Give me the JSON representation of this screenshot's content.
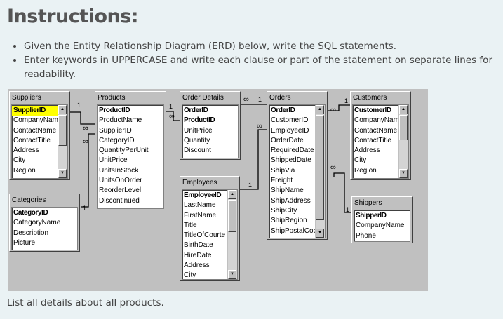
{
  "heading": "Instructions:",
  "instructions": [
    "Given the Entity Relationship Diagram (ERD) below, write the SQL statements.",
    "Enter keywords in UPPERCASE and write each clause or part of the statement on separate lines for readability."
  ],
  "erd": {
    "tables": [
      {
        "name": "Suppliers",
        "fields": [
          "SupplierID",
          "CompanyNam",
          "ContactName",
          "ContactTitle",
          "Address",
          "City",
          "Region"
        ],
        "pk": [
          "SupplierID"
        ],
        "selected": "SupplierID"
      },
      {
        "name": "Categories",
        "fields": [
          "CategoryID",
          "CategoryName",
          "Description",
          "Picture"
        ],
        "pk": [
          "CategoryID"
        ]
      },
      {
        "name": "Products",
        "fields": [
          "ProductID",
          "ProductName",
          "SupplierID",
          "CategoryID",
          "QuantityPerUnit",
          "UnitPrice",
          "UnitsInStock",
          "UnitsOnOrder",
          "ReorderLevel",
          "Discontinued"
        ],
        "pk": [
          "ProductID"
        ]
      },
      {
        "name": "Order Details",
        "fields": [
          "OrderID",
          "ProductID",
          "UnitPrice",
          "Quantity",
          "Discount"
        ],
        "pk": [
          "OrderID",
          "ProductID"
        ]
      },
      {
        "name": "Employees",
        "fields": [
          "EmployeeID",
          "LastName",
          "FirstName",
          "Title",
          "TitleOfCourte",
          "BirthDate",
          "HireDate",
          "Address",
          "City"
        ],
        "pk": [
          "EmployeeID"
        ]
      },
      {
        "name": "Orders",
        "fields": [
          "OrderID",
          "CustomerID",
          "EmployeeID",
          "OrderDate",
          "RequiredDate",
          "ShippedDate",
          "ShipVia",
          "Freight",
          "ShipName",
          "ShipAddress",
          "ShipCity",
          "ShipRegion",
          "ShipPostalCoc"
        ],
        "pk": [
          "OrderID"
        ]
      },
      {
        "name": "Customers",
        "fields": [
          "CustomerID",
          "CompanyNam",
          "ContactName",
          "ContactTitle",
          "Address",
          "City",
          "Region"
        ],
        "pk": [
          "CustomerID"
        ]
      },
      {
        "name": "Shippers",
        "fields": [
          "ShipperID",
          "CompanyName",
          "Phone"
        ],
        "pk": [
          "ShipperID"
        ]
      }
    ],
    "cardinality": {
      "one": "1",
      "many": "∞"
    }
  },
  "task": "List all details about all products."
}
